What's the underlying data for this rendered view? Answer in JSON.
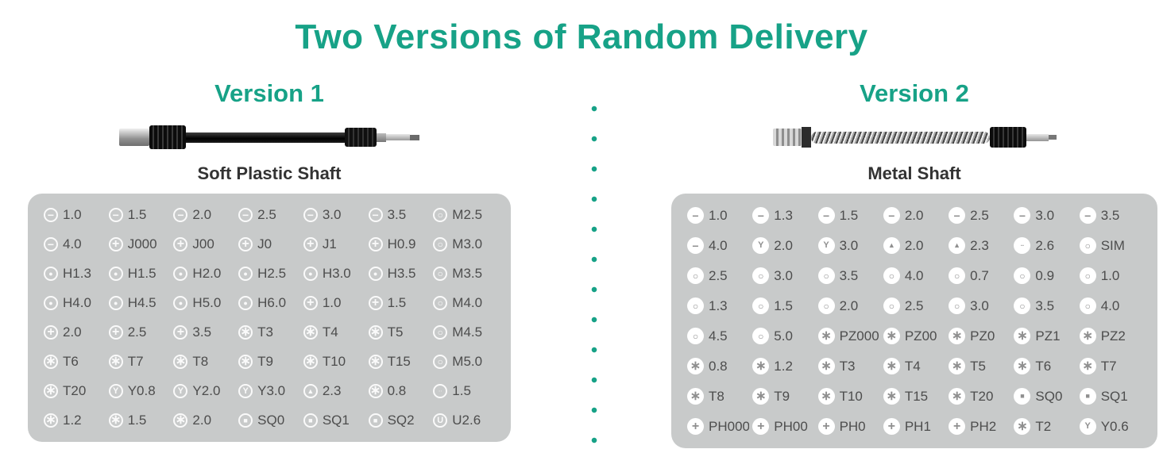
{
  "title": "Two Versions of Random Delivery",
  "colors": {
    "accent": "#17a287",
    "panel_bg": "#c8caca",
    "label_text": "#4d4d4d"
  },
  "icon_glyphs": {
    "slot": "−",
    "phillips": "+",
    "cross": "+",
    "hex": "●",
    "torx": "∗",
    "pozidriv": "∗",
    "pentalobe": "∗",
    "ring": "○",
    "tri_wing": "Y",
    "triangle": "▲",
    "dots": "∙∙",
    "square": "■",
    "u_type": "U"
  },
  "versions": {
    "v1": {
      "heading": "Version 1",
      "caption": "Soft Plastic Shaft",
      "icon_style": "outline",
      "bits": [
        {
          "icon": "slot",
          "label": "1.0"
        },
        {
          "icon": "slot",
          "label": "1.5"
        },
        {
          "icon": "slot",
          "label": "2.0"
        },
        {
          "icon": "slot",
          "label": "2.5"
        },
        {
          "icon": "slot",
          "label": "3.0"
        },
        {
          "icon": "slot",
          "label": "3.5"
        },
        {
          "icon": "ring",
          "label": "M2.5"
        },
        {
          "icon": "slot",
          "label": "4.0"
        },
        {
          "icon": "phillips",
          "label": "J000"
        },
        {
          "icon": "phillips",
          "label": "J00"
        },
        {
          "icon": "phillips",
          "label": "J0"
        },
        {
          "icon": "phillips",
          "label": "J1"
        },
        {
          "icon": "phillips",
          "label": "H0.9"
        },
        {
          "icon": "ring",
          "label": "M3.0"
        },
        {
          "icon": "hex",
          "label": "H1.3"
        },
        {
          "icon": "hex",
          "label": "H1.5"
        },
        {
          "icon": "hex",
          "label": "H2.0"
        },
        {
          "icon": "hex",
          "label": "H2.5"
        },
        {
          "icon": "hex",
          "label": "H3.0"
        },
        {
          "icon": "hex",
          "label": "H3.5"
        },
        {
          "icon": "ring",
          "label": "M3.5"
        },
        {
          "icon": "hex",
          "label": "H4.0"
        },
        {
          "icon": "hex",
          "label": "H4.5"
        },
        {
          "icon": "hex",
          "label": "H5.0"
        },
        {
          "icon": "hex",
          "label": "H6.0"
        },
        {
          "icon": "phillips",
          "label": "1.0"
        },
        {
          "icon": "phillips",
          "label": "1.5"
        },
        {
          "icon": "ring",
          "label": "M4.0"
        },
        {
          "icon": "phillips",
          "label": "2.0"
        },
        {
          "icon": "phillips",
          "label": "2.5"
        },
        {
          "icon": "phillips",
          "label": "3.5"
        },
        {
          "icon": "torx",
          "label": "T3"
        },
        {
          "icon": "torx",
          "label": "T4"
        },
        {
          "icon": "torx",
          "label": "T5"
        },
        {
          "icon": "ring",
          "label": "M4.5"
        },
        {
          "icon": "torx",
          "label": "T6"
        },
        {
          "icon": "torx",
          "label": "T7"
        },
        {
          "icon": "torx",
          "label": "T8"
        },
        {
          "icon": "torx",
          "label": "T9"
        },
        {
          "icon": "torx",
          "label": "T10"
        },
        {
          "icon": "torx",
          "label": "T15"
        },
        {
          "icon": "ring",
          "label": "M5.0"
        },
        {
          "icon": "torx",
          "label": "T20"
        },
        {
          "icon": "tri_wing",
          "label": "Y0.8"
        },
        {
          "icon": "tri_wing",
          "label": "Y2.0"
        },
        {
          "icon": "tri_wing",
          "label": "Y3.0"
        },
        {
          "icon": "triangle",
          "label": "2.3"
        },
        {
          "icon": "pentalobe",
          "label": "0.8"
        },
        {
          "icon": "dots",
          "label": "1.5"
        },
        {
          "icon": "torx",
          "label": "1.2"
        },
        {
          "icon": "torx",
          "label": "1.5"
        },
        {
          "icon": "torx",
          "label": "2.0"
        },
        {
          "icon": "square",
          "label": "SQ0"
        },
        {
          "icon": "square",
          "label": "SQ1"
        },
        {
          "icon": "square",
          "label": "SQ2"
        },
        {
          "icon": "u_type",
          "label": "U2.6"
        }
      ]
    },
    "v2": {
      "heading": "Version 2",
      "caption": "Metal Shaft",
      "icon_style": "solid",
      "bits": [
        {
          "icon": "slot",
          "label": "1.0"
        },
        {
          "icon": "slot",
          "label": "1.3"
        },
        {
          "icon": "slot",
          "label": "1.5"
        },
        {
          "icon": "slot",
          "label": "2.0"
        },
        {
          "icon": "slot",
          "label": "2.5"
        },
        {
          "icon": "slot",
          "label": "3.0"
        },
        {
          "icon": "slot",
          "label": "3.5"
        },
        {
          "icon": "slot",
          "label": "4.0"
        },
        {
          "icon": "tri_wing",
          "label": "2.0"
        },
        {
          "icon": "tri_wing",
          "label": "3.0"
        },
        {
          "icon": "triangle",
          "label": "2.0"
        },
        {
          "icon": "triangle",
          "label": "2.3"
        },
        {
          "icon": "dots",
          "label": "2.6"
        },
        {
          "icon": "ring",
          "label": "SIM"
        },
        {
          "icon": "ring",
          "label": "2.5"
        },
        {
          "icon": "ring",
          "label": "3.0"
        },
        {
          "icon": "ring",
          "label": "3.5"
        },
        {
          "icon": "ring",
          "label": "4.0"
        },
        {
          "icon": "ring",
          "label": "0.7"
        },
        {
          "icon": "ring",
          "label": "0.9"
        },
        {
          "icon": "ring",
          "label": "1.0"
        },
        {
          "icon": "ring",
          "label": "1.3"
        },
        {
          "icon": "ring",
          "label": "1.5"
        },
        {
          "icon": "ring",
          "label": "2.0"
        },
        {
          "icon": "ring",
          "label": "2.5"
        },
        {
          "icon": "ring",
          "label": "3.0"
        },
        {
          "icon": "ring",
          "label": "3.5"
        },
        {
          "icon": "ring",
          "label": "4.0"
        },
        {
          "icon": "ring",
          "label": "4.5"
        },
        {
          "icon": "ring",
          "label": "5.0"
        },
        {
          "icon": "pozidriv",
          "label": "PZ000"
        },
        {
          "icon": "pozidriv",
          "label": "PZ00"
        },
        {
          "icon": "pozidriv",
          "label": "PZ0"
        },
        {
          "icon": "pozidriv",
          "label": "PZ1"
        },
        {
          "icon": "pozidriv",
          "label": "PZ2"
        },
        {
          "icon": "pentalobe",
          "label": "0.8"
        },
        {
          "icon": "pentalobe",
          "label": "1.2"
        },
        {
          "icon": "torx",
          "label": "T3"
        },
        {
          "icon": "torx",
          "label": "T4"
        },
        {
          "icon": "torx",
          "label": "T5"
        },
        {
          "icon": "torx",
          "label": "T6"
        },
        {
          "icon": "torx",
          "label": "T7"
        },
        {
          "icon": "torx",
          "label": "T8"
        },
        {
          "icon": "torx",
          "label": "T9"
        },
        {
          "icon": "torx",
          "label": "T10"
        },
        {
          "icon": "torx",
          "label": "T15"
        },
        {
          "icon": "torx",
          "label": "T20"
        },
        {
          "icon": "square",
          "label": "SQ0"
        },
        {
          "icon": "square",
          "label": "SQ1"
        },
        {
          "icon": "cross",
          "label": "PH000"
        },
        {
          "icon": "cross",
          "label": "PH00"
        },
        {
          "icon": "cross",
          "label": "PH0"
        },
        {
          "icon": "cross",
          "label": "PH1"
        },
        {
          "icon": "cross",
          "label": "PH2"
        },
        {
          "icon": "torx",
          "label": "T2"
        },
        {
          "icon": "tri_wing",
          "label": "Y0.6"
        }
      ]
    }
  }
}
